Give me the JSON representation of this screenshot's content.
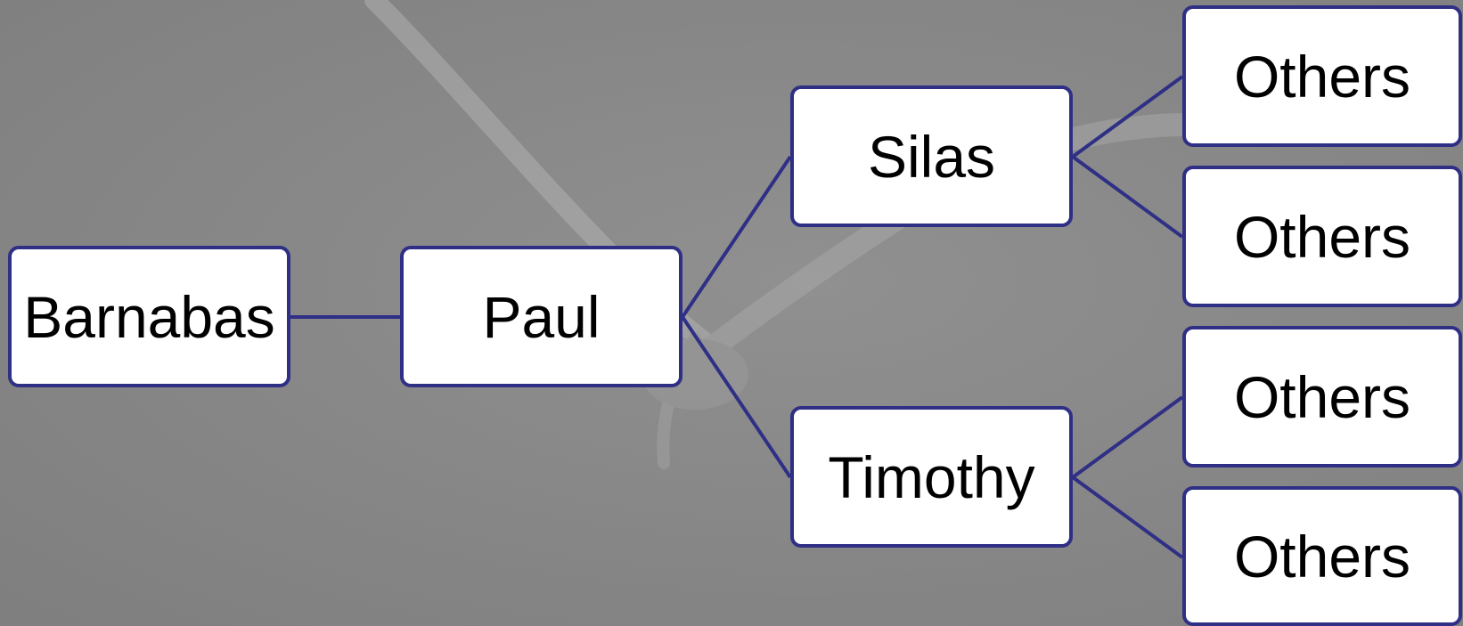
{
  "theme": {
    "node_border_color": "#2f2f86",
    "node_fill_color": "#ffffff",
    "connector_color": "#2f2f86",
    "background_color": "#8a8a8a"
  },
  "diagram": {
    "type": "tree",
    "root": {
      "label": "Barnabas",
      "child": {
        "label": "Paul",
        "children": [
          {
            "label": "Silas",
            "children": [
              {
                "label": "Others"
              },
              {
                "label": "Others"
              }
            ]
          },
          {
            "label": "Timothy",
            "children": [
              {
                "label": "Others"
              },
              {
                "label": "Others"
              }
            ]
          }
        ]
      }
    }
  }
}
